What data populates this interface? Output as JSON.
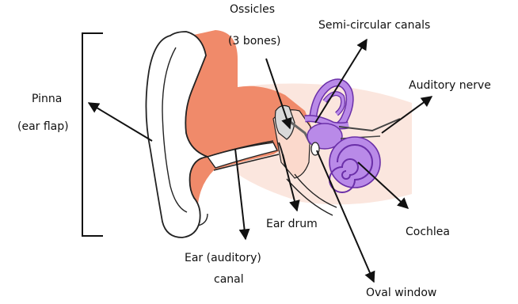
{
  "labels": {
    "ossicles_1": "Ossicles",
    "ossicles_2": "(3 bones)",
    "semicircular": "Semi-circular canals",
    "auditory_nerve": "Auditory nerve",
    "pinna_1": "Pinna",
    "pinna_2": "(ear flap)",
    "ear_drum": "Ear drum",
    "cochlea": "Cochlea",
    "ear_canal_1": "Ear (auditory)",
    "ear_canal_2": "canal",
    "oval_window": "Oval window"
  },
  "colors": {
    "skin": "#f08a6a",
    "skin_light": "#fbd9cc",
    "inner_ear": "#b98ae8",
    "inner_ear_outline": "#6a2fa8",
    "outline": "#222222",
    "bone": "#d9d9d9"
  }
}
